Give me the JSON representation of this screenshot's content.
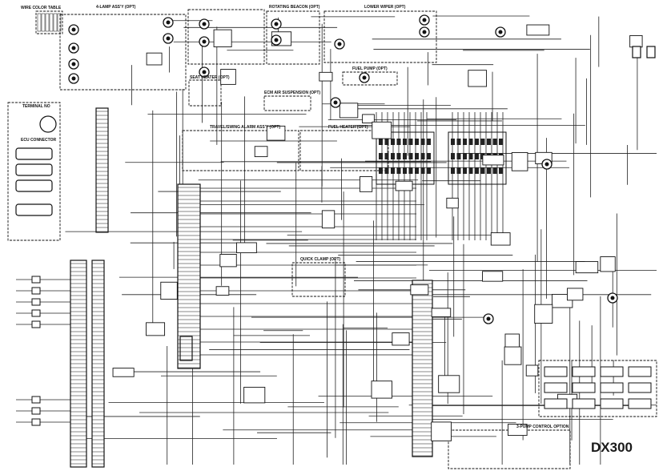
{
  "diagram": {
    "model": "DX300",
    "sections": [
      {
        "id": "four-lamp",
        "title": "4-LAMP ASS'Y (OPT)"
      },
      {
        "id": "rotating-beacon",
        "title": "ROTATING BEACON (OPT)"
      },
      {
        "id": "lower-wiper",
        "title": "LOWER WIPER (OPT)"
      },
      {
        "id": "fuel-pump",
        "title": "FUEL PUMP (OPT)"
      },
      {
        "id": "seat-heater",
        "title": "SEAT HEATER (OPT)"
      },
      {
        "id": "ecm-air",
        "title": "ECM AIR SUSPENSION (OPT)"
      },
      {
        "id": "travel-alarm",
        "title": "TRAVEL/SWING ALARM ASS'Y (OPT)"
      },
      {
        "id": "fuel-heater",
        "title": "FUEL HEATER (OPT)"
      },
      {
        "id": "quick-clamp",
        "title": "QUICK CLAMP (OPT)"
      },
      {
        "id": "three-pump",
        "title": "3-PUMP CONTROL OPTION"
      }
    ],
    "labels": {
      "ecu_connector": "ECU CONNECTOR",
      "terminal": "TERMINAL NO",
      "wire_color_table": "WIRE COLOR TABLE"
    },
    "colors": {
      "ink": "#111111",
      "background": "#ffffff"
    }
  }
}
